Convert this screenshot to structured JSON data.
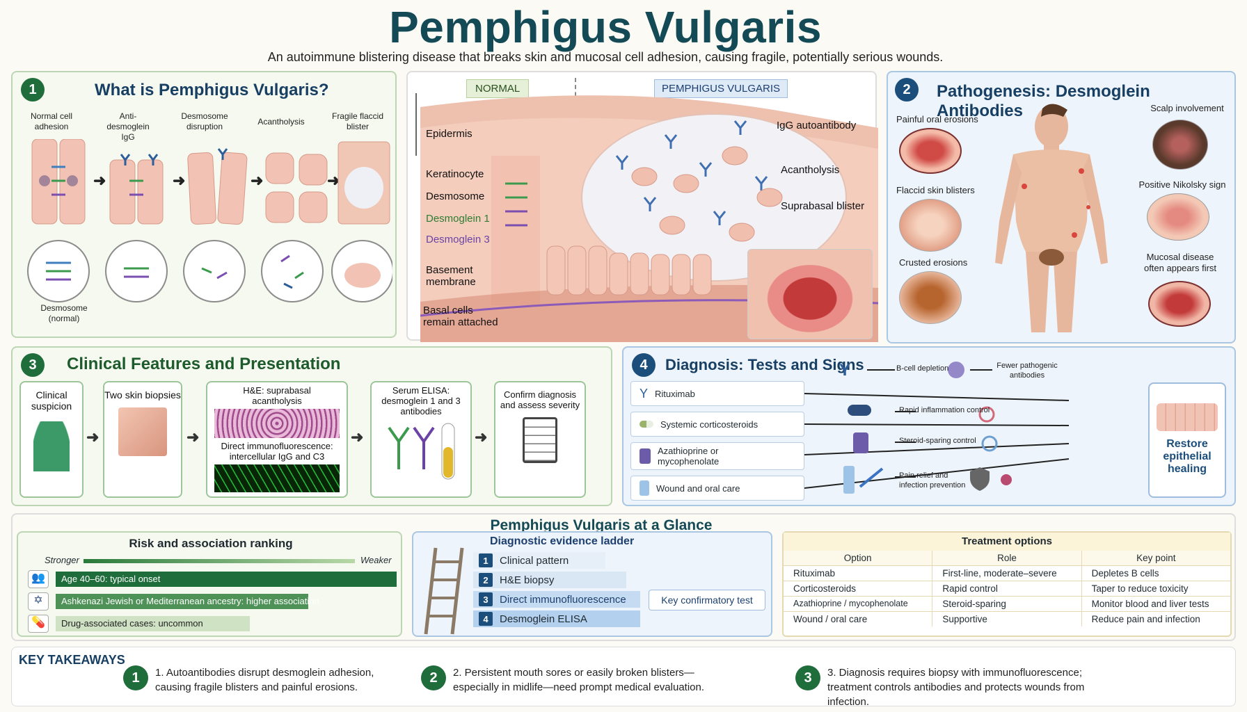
{
  "title": "Pemphigus Vulgaris",
  "subtitle": "An autoimmune blistering disease that breaks skin and mucosal cell adhesion, causing fragile, potentially serious wounds.",
  "colors": {
    "dark_teal": "#134a55",
    "green": "#1f6d3a",
    "navy": "#1c4e7c",
    "pink": "#f1c3b5"
  },
  "section1": {
    "num": "1",
    "title": "What is Pemphigus Vulgaris?",
    "steps": [
      "Normal cell adhesion",
      "Anti-desmoglein IgG",
      "Desmosome disruption",
      "Acantholysis",
      "Fragile flaccid blister"
    ],
    "caption": "Desmosome (normal)"
  },
  "diagram": {
    "normal": "NORMAL",
    "pv": "PEMPHIGUS VULGARIS",
    "left_labels": [
      "Epidermis",
      "Keratinocyte",
      "Desmosome",
      "Desmoglein 1",
      "Desmoglein 3",
      "Basement membrane",
      "Basal cells remain attached"
    ],
    "right_labels": [
      "IgG autoantibody",
      "Acantholysis",
      "Suprabasal blister"
    ]
  },
  "section2": {
    "num": "2",
    "title": "Pathogenesis: Desmoglein Antibodies",
    "left": [
      "Painful oral erosions",
      "Flaccid skin blisters",
      "Crusted erosions"
    ],
    "right": [
      "Scalp involvement",
      "Positive Nikolsky sign",
      "Mucosal disease often appears first"
    ]
  },
  "section3": {
    "num": "3",
    "title": "Clinical Features and Presentation",
    "steps": [
      "Clinical suspicion",
      "Two skin biopsies",
      "H&E: suprabasal acantholysis",
      "Direct immunofluorescence: intercellular IgG and C3",
      "Serum ELISA: desmoglein 1 and 3 antibodies",
      "Confirm diagnosis and assess severity"
    ]
  },
  "section4": {
    "num": "4",
    "title": "Diagnosis: Tests and Signs",
    "treatments": [
      "Rituximab",
      "Systemic corticosteroids",
      "Azathioprine or mycophenolate",
      "Wound and oral care"
    ],
    "effects": [
      "B-cell depletion",
      "Fewer pathogenic antibodies",
      "Rapid inflammation control",
      "Steroid-sparing control",
      "Pain relief and infection prevention"
    ],
    "outcome": "Restore epithelial healing"
  },
  "glance": {
    "title": "Pemphigus Vulgaris at a Glance",
    "risk": {
      "title": "Risk and association ranking",
      "stronger": "Stronger",
      "weaker": "Weaker",
      "items": [
        {
          "label": "Age 40–60: typical onset",
          "level": 1.0
        },
        {
          "label": "Ashkenazi Jewish or Mediterranean ancestry: higher association",
          "level": 0.74
        },
        {
          "label": "Drug-associated cases: uncommon",
          "level": 0.57
        }
      ]
    },
    "ladder": {
      "title": "Diagnostic evidence ladder",
      "steps": [
        {
          "n": "1",
          "label": "Clinical pattern"
        },
        {
          "n": "2",
          "label": "H&E biopsy"
        },
        {
          "n": "3",
          "label": "Direct immunofluorescence"
        },
        {
          "n": "4",
          "label": "Desmoglein ELISA"
        }
      ],
      "key": "Key confirmatory test"
    },
    "treatment": {
      "title": "Treatment options",
      "headers": [
        "Option",
        "Role",
        "Key point"
      ],
      "rows": [
        [
          "Rituximab",
          "First-line, moderate–severe",
          "Depletes B cells"
        ],
        [
          "Corticosteroids",
          "Rapid control",
          "Taper to reduce toxicity"
        ],
        [
          "Azathioprine / mycophenolate",
          "Steroid-sparing",
          "Monitor blood and liver tests"
        ],
        [
          "Wound / oral care",
          "Supportive",
          "Reduce pain and infection"
        ]
      ]
    }
  },
  "takeaways": {
    "title": "KEY TAKEAWAYS",
    "items": [
      {
        "n": "1",
        "text": "1. Autoantibodies disrupt desmoglein adhesion, causing fragile blisters and painful erosions."
      },
      {
        "n": "2",
        "text": "2. Persistent mouth sores or easily broken blisters—especially in midlife—need prompt medical evaluation."
      },
      {
        "n": "3",
        "text": "3. Diagnosis requires biopsy with immunofluorescence; treatment controls antibodies and protects wounds from infection."
      }
    ]
  }
}
